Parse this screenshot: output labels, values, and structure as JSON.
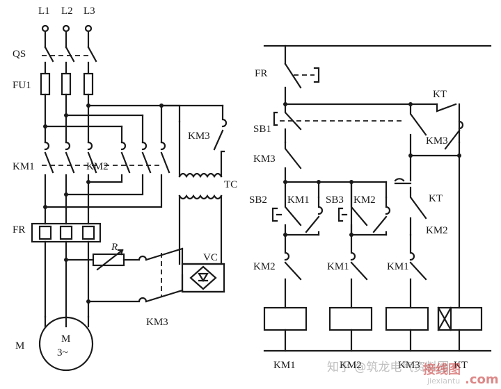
{
  "power": {
    "phase1": "L1",
    "phase2": "L2",
    "phase3": "L3",
    "switch": "QS",
    "fuse": "FU1",
    "km1": "KM1",
    "km2": "KM2",
    "km3_coil": "KM3",
    "transformer": "TC",
    "overload": "FR",
    "resistor": "R",
    "rectifier": "VC",
    "km3_contact": "KM3",
    "motor_side": "M",
    "motor_name": "M",
    "motor_type": "3~"
  },
  "control": {
    "fr": "FR",
    "sb1": "SB1",
    "km3_nc": "KM3",
    "sb2": "SB2",
    "km1_aux": "KM1",
    "sb3": "SB3",
    "km2_aux": "KM2",
    "kt_top": "KT",
    "km3_no": "KM3",
    "kt_mid": "KT",
    "km2_nc": "KM2",
    "km2_interlock": "KM2",
    "km1_interlock_a": "KM1",
    "km1_interlock_b": "KM1",
    "coil1": "KM1",
    "coil2": "KM2",
    "coil3": "KM3",
    "coil4": "KT"
  },
  "watermark": {
    "text": "知乎 @筑龙电气资料圈",
    "logo": "接线图",
    "site": "jiexiantu",
    "com": ".com"
  }
}
